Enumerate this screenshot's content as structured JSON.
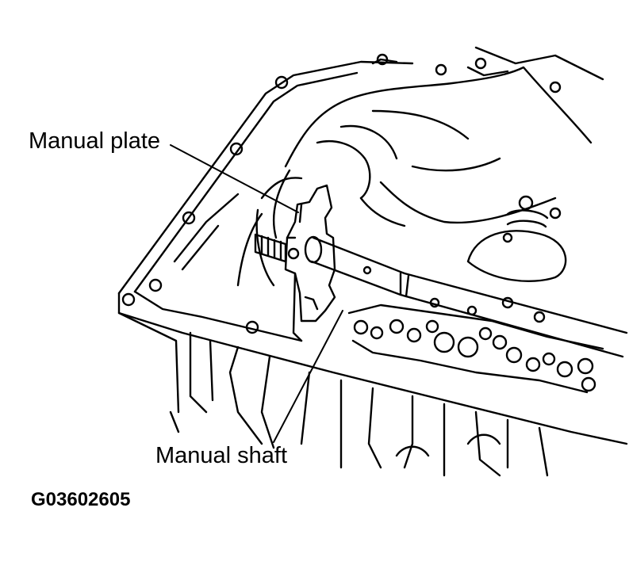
{
  "labels": {
    "manual_plate": "Manual plate",
    "manual_shaft": "Manual shaft"
  },
  "figure_code": "G03602605",
  "colors": {
    "ink": "#000000",
    "paper": "#ffffff"
  }
}
